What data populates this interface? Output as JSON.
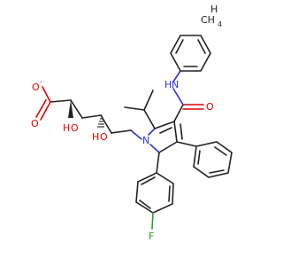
{
  "molecule": {
    "methane": {
      "main": "CH",
      "sub": "4",
      "h": "H"
    },
    "carboxylate": {
      "o_minus": "O",
      "charge": "-",
      "o_double": "O"
    },
    "hydroxyl_1": {
      "h": "H",
      "o": "O"
    },
    "hydroxyl_2": {
      "h": "H",
      "o": "O"
    },
    "pyrrole_n": "N",
    "amide": {
      "n": "N",
      "h": "H",
      "o": "O"
    },
    "fluorine": "F"
  },
  "colors": {
    "carbon": "#222222",
    "oxygen": "#e00000",
    "nitrogen": "#2b33d6",
    "fluorine": "#2a9d2a"
  }
}
